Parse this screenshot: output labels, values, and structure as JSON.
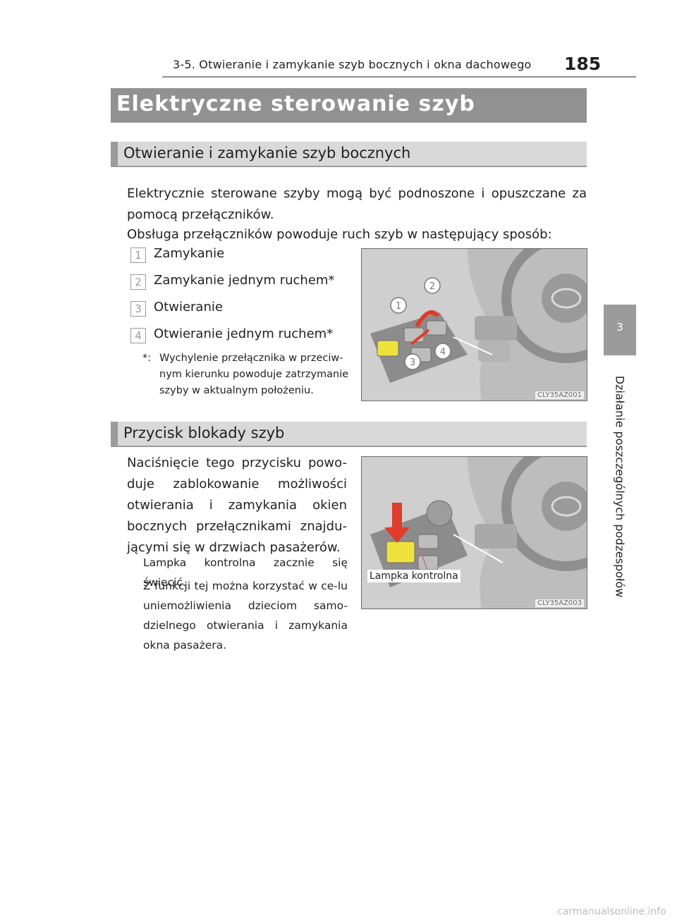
{
  "header": {
    "title": "3-5. Otwieranie i zamykanie szyb bocznych i okna dachowego",
    "page_number": "185"
  },
  "chapter_tab": {
    "number": "3",
    "label": "Działanie poszczególnych podzespołów"
  },
  "section": {
    "title": "Elektryczne sterowanie szyb"
  },
  "side_windows": {
    "heading": "Otwieranie i zamykanie szyb bocznych",
    "intro": "Elektrycznie sterowane szyby mogą być podnoszone i opuszczane za pomocą przełączników.",
    "operation": "Obsługa przełączników powoduje ruch szyb w następujący sposób:",
    "items": [
      {
        "num": "1",
        "label": "Zamykanie"
      },
      {
        "num": "2",
        "label": "Zamykanie jednym ruchem*"
      },
      {
        "num": "3",
        "label": "Otwieranie"
      },
      {
        "num": "4",
        "label": "Otwieranie jednym ruchem*"
      }
    ],
    "footnote_mark": "*:",
    "footnote": "Wychylenie przełącznika w przeciw-nym kierunku powoduje zatrzymanie szyby w aktualnym położeniu.",
    "figure_code": "CLY35AZ001"
  },
  "lock_button": {
    "heading": "Przycisk blokady szyb",
    "text": "Naciśnięcie tego przycisku powo-duje zablokowanie możliwości otwierania i zamykania okien bocznych przełącznikami znajdu-jącymi się w drzwiach pasażerów.",
    "lamp_note": "Lampka kontrolna zacznie się świecić.",
    "usage_note": "Z funkcji tej można korzystać w ce-lu uniemożliwienia dzieciom samo-dzielnego otwierania i zamykania okna pasażera.",
    "figure_label": "Lampka kontrolna",
    "figure_code": "CLY35AZ003"
  },
  "watermark": "carmanualsonline.info"
}
